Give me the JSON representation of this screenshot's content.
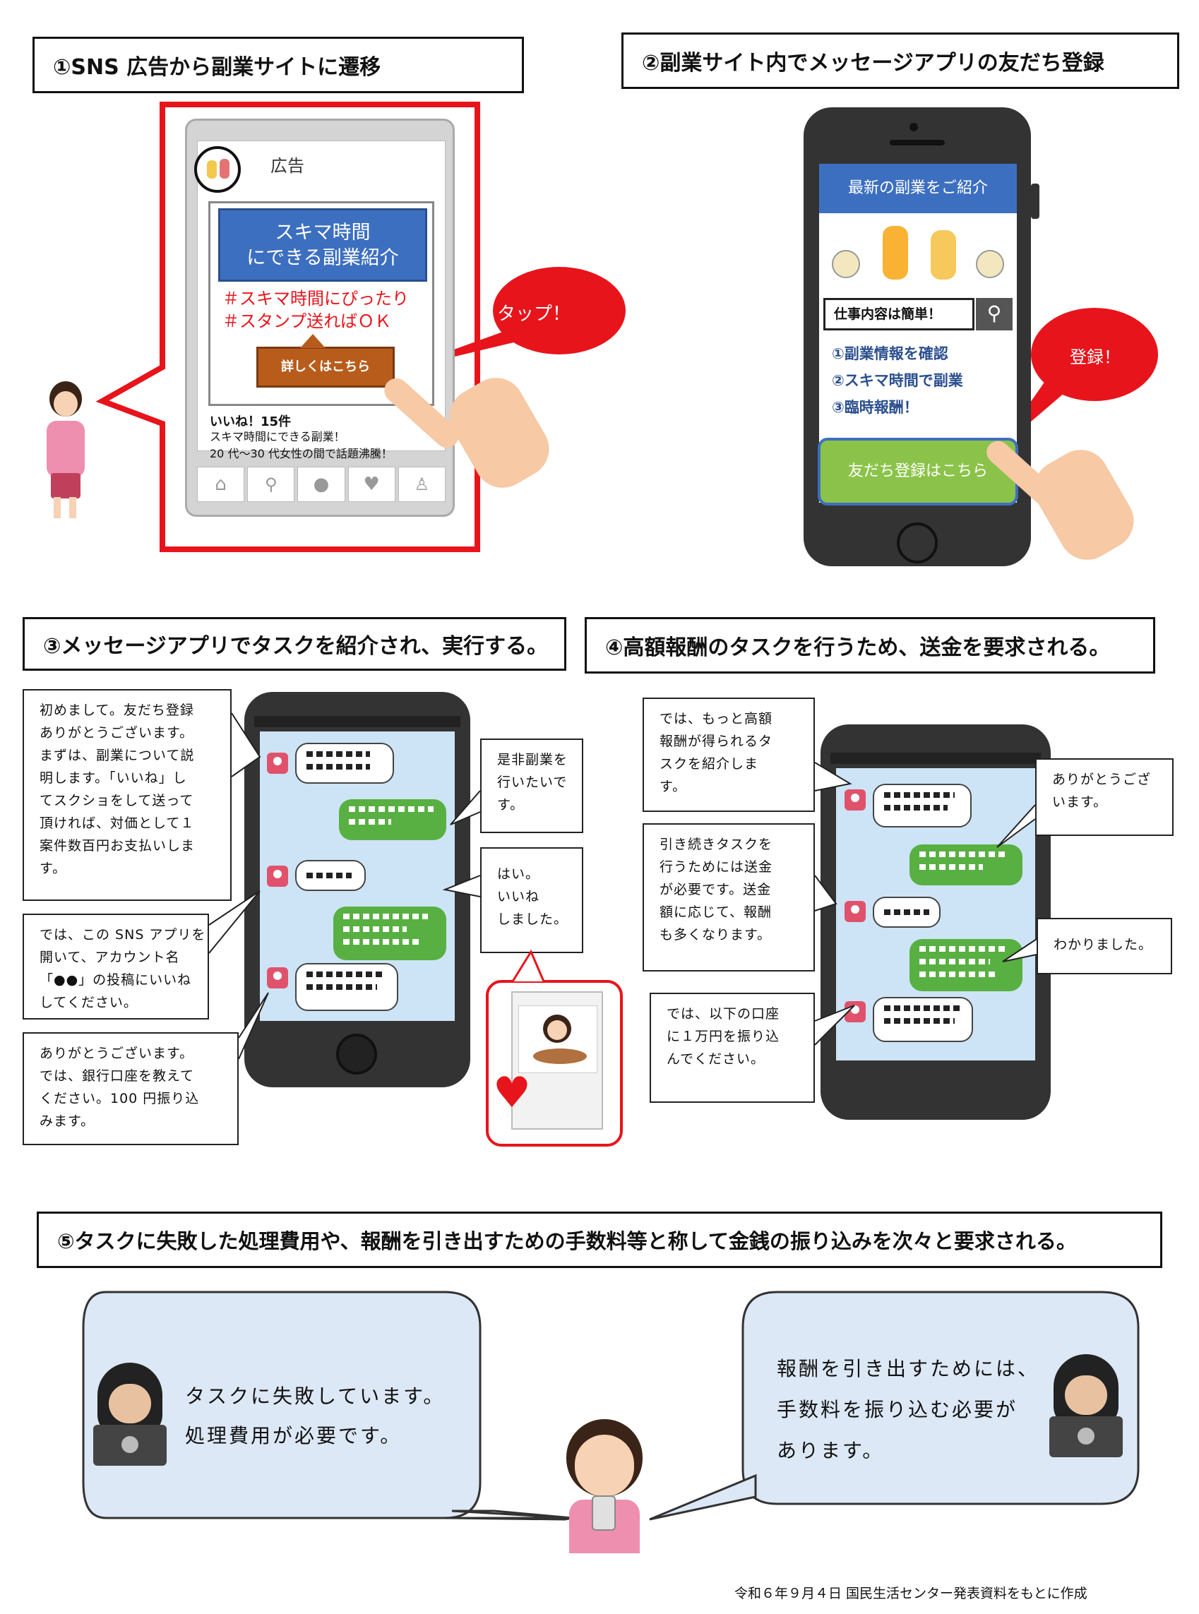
{
  "step1": {
    "title": "①SNS 広告から副業サイトに遷移",
    "ad_label": "広告",
    "banner": [
      "スキマ時間",
      "にできる副業紹介"
    ],
    "hashtags": [
      "＃スキマ時間にぴったり",
      "＃スタンプ送ればＯＫ"
    ],
    "detail_button": "詳しくはこちら",
    "tap_bubble": "タップ！",
    "likes": "いいね！15件",
    "caption": [
      "スキマ時間にできる副業！",
      "20 代～30 代女性の間で話題沸騰！"
    ]
  },
  "step2": {
    "title": "②副業サイト内でメッセージアプリの友だち登録",
    "header": "最新の副業をご紹介",
    "search_text": "仕事内容は簡単！",
    "list": [
      "①副業情報を確認",
      "②スキマ時間で副業",
      "③臨時報酬！"
    ],
    "register_button": "友だち登録はこちら",
    "register_bubble": "登録！"
  },
  "step3": {
    "title": "③メッセージアプリでタスクを紹介され、実行する。",
    "note1": [
      "初めまして。友だち登録",
      "ありがとうございます。",
      "まずは、副業について説",
      "明します。「いいね」し",
      "てスクショをして送って",
      "頂ければ、対価として１",
      "案件数百円お支払いしま",
      "す。"
    ],
    "note2": [
      "では、この SNS アプリを",
      "開いて、アカウント名",
      "「●●」の投稿にいいね",
      "してください。"
    ],
    "note3": [
      "ありがとうございます。",
      "では、銀行口座を教えて",
      "ください。100 円振り込",
      "みます。"
    ],
    "reply1": [
      "是非副業を",
      "行いたいで",
      "す。"
    ],
    "reply2": [
      "はい。",
      "いいね",
      "しました。"
    ]
  },
  "step4": {
    "title": "④高額報酬のタスクを行うため、送金を要求される。",
    "note1": [
      "では、もっと高額",
      "報酬が得られるタ",
      "スクを紹介しま",
      "す。"
    ],
    "note2": [
      "引き続きタスクを",
      "行うためには送金",
      "が必要です。送金",
      "額に応じて、報酬",
      "も多くなります。"
    ],
    "note3": [
      "では、以下の口座",
      "に１万円を振り込",
      "んでください。"
    ],
    "reply1": [
      "ありがとうござ",
      "います。"
    ],
    "reply2": [
      "わかりました。"
    ]
  },
  "step5": {
    "title": "⑤タスクに失敗した処理費用や、報酬を引き出すための手数料等と称して金銭の振り込みを次々と要求される。",
    "left_bubble": [
      "タスクに失敗しています。",
      "処理費用が必要です。"
    ],
    "right_bubble": [
      "報酬を引き出すためには、",
      "手数料を振り込む必要が",
      "あります。"
    ]
  },
  "footer": "令和６年９月４日 国民生活センター発表資料をもとに作成",
  "colors": {
    "red": "#e8141b",
    "blue": "#3d6fc0",
    "green": "#8bc34a",
    "orange": "#b85c1c",
    "chat_bg": "#cde4f6",
    "bubble_blue": "#dde8f6"
  }
}
